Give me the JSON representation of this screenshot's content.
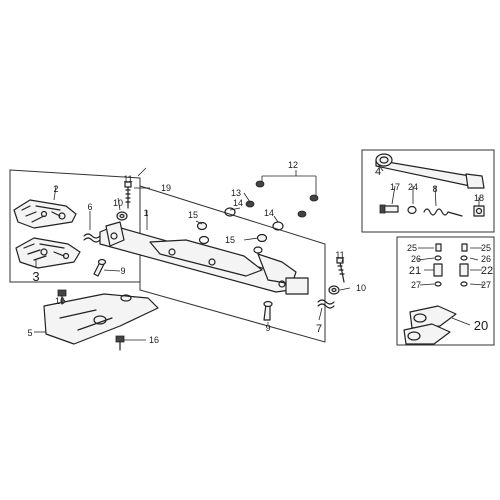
{
  "labels": {
    "l1": "1",
    "l2": "2",
    "l3": "3",
    "l4": "4",
    "l5": "5",
    "l6": "6",
    "l7": "7",
    "l8": "8",
    "l9a": "9",
    "l9b": "9",
    "l10a": "10",
    "l10b": "10",
    "l11a": "11",
    "l11b": "11",
    "l12": "12",
    "l13": "13",
    "l14a": "14",
    "l14b": "14",
    "l15a": "15",
    "l15b": "15",
    "l16a": "16",
    "l16b": "16",
    "l17": "17",
    "l18": "18",
    "l19": "19",
    "l20": "20",
    "l21": "21",
    "l22": "22",
    "l24": "24",
    "l25a": "25",
    "l25b": "25",
    "l26a": "26",
    "l26b": "26",
    "l27a": "27",
    "l27b": "27"
  }
}
